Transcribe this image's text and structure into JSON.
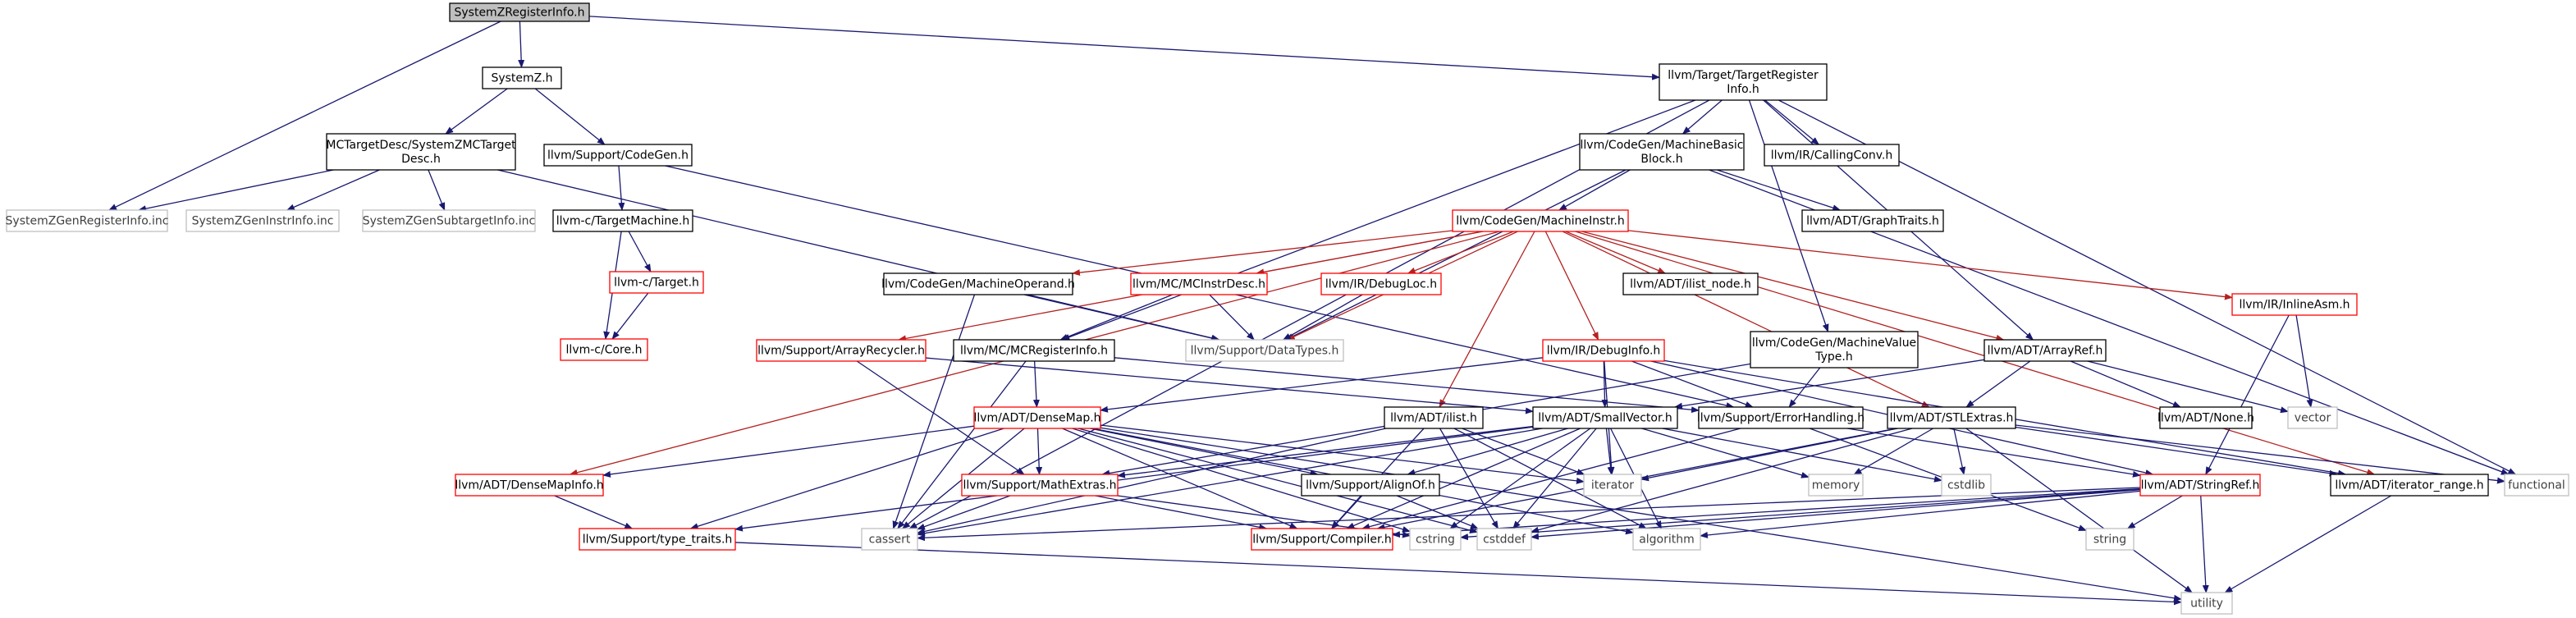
{
  "colors": {
    "edge_default": "#191970",
    "edge_red": "#b22222",
    "box_black": "#000000",
    "box_red": "#ff0000",
    "box_gray": "#bfbfbf",
    "root_fill": "#bfbfbf",
    "text": "#000000",
    "text_gray": "#404040"
  },
  "nodes": [
    {
      "id": "root",
      "lines": [
        "SystemZRegisterInfo.h"
      ],
      "style": "root"
    },
    {
      "id": "systemz",
      "lines": [
        "SystemZ.h"
      ],
      "style": "black"
    },
    {
      "id": "targetreg",
      "lines": [
        "llvm/Target/TargetRegister",
        "Info.h"
      ],
      "style": "black"
    },
    {
      "id": "mctarget",
      "lines": [
        "MCTargetDesc/SystemZMCTarget",
        "Desc.h"
      ],
      "style": "black"
    },
    {
      "id": "codegen",
      "lines": [
        "llvm/Support/CodeGen.h"
      ],
      "style": "black"
    },
    {
      "id": "genreg",
      "lines": [
        "SystemZGenRegisterInfo.inc"
      ],
      "style": "gray"
    },
    {
      "id": "geninstr",
      "lines": [
        "SystemZGenInstrInfo.inc"
      ],
      "style": "gray"
    },
    {
      "id": "gensub",
      "lines": [
        "SystemZGenSubtargetInfo.inc"
      ],
      "style": "gray"
    },
    {
      "id": "targetmachine",
      "lines": [
        "llvm-c/TargetMachine.h"
      ],
      "style": "black"
    },
    {
      "id": "ctarget",
      "lines": [
        "llvm-c/Target.h"
      ],
      "style": "red"
    },
    {
      "id": "ccore",
      "lines": [
        "llvm-c/Core.h"
      ],
      "style": "red"
    },
    {
      "id": "mbb",
      "lines": [
        "llvm/CodeGen/MachineBasic",
        "Block.h"
      ],
      "style": "black"
    },
    {
      "id": "callingconv",
      "lines": [
        "llvm/IR/CallingConv.h"
      ],
      "style": "black"
    },
    {
      "id": "mi",
      "lines": [
        "llvm/CodeGen/MachineInstr.h"
      ],
      "style": "red"
    },
    {
      "id": "graphtraits",
      "lines": [
        "llvm/ADT/GraphTraits.h"
      ],
      "style": "black"
    },
    {
      "id": "mo",
      "lines": [
        "llvm/CodeGen/MachineOperand.h"
      ],
      "style": "black"
    },
    {
      "id": "mcinstrdesc",
      "lines": [
        "llvm/MC/MCInstrDesc.h"
      ],
      "style": "red"
    },
    {
      "id": "debugloc",
      "lines": [
        "llvm/IR/DebugLoc.h"
      ],
      "style": "red"
    },
    {
      "id": "ilistnode",
      "lines": [
        "llvm/ADT/ilist_node.h"
      ],
      "style": "black"
    },
    {
      "id": "inlineasm",
      "lines": [
        "llvm/IR/InlineAsm.h"
      ],
      "style": "red"
    },
    {
      "id": "arrayrecycler",
      "lines": [
        "llvm/Support/ArrayRecycler.h"
      ],
      "style": "red"
    },
    {
      "id": "mcreg",
      "lines": [
        "llvm/MC/MCRegisterInfo.h"
      ],
      "style": "black"
    },
    {
      "id": "datatypes",
      "lines": [
        "llvm/Support/DataTypes.h"
      ],
      "style": "gray"
    },
    {
      "id": "debuginfo",
      "lines": [
        "llvm/IR/DebugInfo.h"
      ],
      "style": "red"
    },
    {
      "id": "mvt",
      "lines": [
        "llvm/CodeGen/MachineValue",
        "Type.h"
      ],
      "style": "black"
    },
    {
      "id": "arrayref",
      "lines": [
        "llvm/ADT/ArrayRef.h"
      ],
      "style": "black"
    },
    {
      "id": "densemap",
      "lines": [
        "llvm/ADT/DenseMap.h"
      ],
      "style": "red"
    },
    {
      "id": "ilist",
      "lines": [
        "llvm/ADT/ilist.h"
      ],
      "style": "black"
    },
    {
      "id": "smallvector",
      "lines": [
        "llvm/ADT/SmallVector.h"
      ],
      "style": "black"
    },
    {
      "id": "errorhandling",
      "lines": [
        "llvm/Support/ErrorHandling.h"
      ],
      "style": "black"
    },
    {
      "id": "stlextras",
      "lines": [
        "llvm/ADT/STLExtras.h"
      ],
      "style": "black"
    },
    {
      "id": "none",
      "lines": [
        "llvm/ADT/None.h"
      ],
      "style": "black"
    },
    {
      "id": "vector",
      "lines": [
        "vector"
      ],
      "style": "gray"
    },
    {
      "id": "densemapinfo",
      "lines": [
        "llvm/ADT/DenseMapInfo.h"
      ],
      "style": "red"
    },
    {
      "id": "mathextras",
      "lines": [
        "llvm/Support/MathExtras.h"
      ],
      "style": "red"
    },
    {
      "id": "alignof",
      "lines": [
        "llvm/Support/AlignOf.h"
      ],
      "style": "black"
    },
    {
      "id": "iterator",
      "lines": [
        "iterator"
      ],
      "style": "gray"
    },
    {
      "id": "memory",
      "lines": [
        "memory"
      ],
      "style": "gray"
    },
    {
      "id": "cstdlib",
      "lines": [
        "cstdlib"
      ],
      "style": "gray"
    },
    {
      "id": "stringref",
      "lines": [
        "llvm/ADT/StringRef.h"
      ],
      "style": "red"
    },
    {
      "id": "iterrange",
      "lines": [
        "llvm/ADT/iterator_range.h"
      ],
      "style": "black"
    },
    {
      "id": "functional",
      "lines": [
        "functional"
      ],
      "style": "gray"
    },
    {
      "id": "typetraits",
      "lines": [
        "llvm/Support/type_traits.h"
      ],
      "style": "red"
    },
    {
      "id": "cassert",
      "lines": [
        "cassert"
      ],
      "style": "gray"
    },
    {
      "id": "compiler",
      "lines": [
        "llvm/Support/Compiler.h"
      ],
      "style": "red"
    },
    {
      "id": "cstring",
      "lines": [
        "cstring"
      ],
      "style": "gray"
    },
    {
      "id": "cstddef",
      "lines": [
        "cstddef"
      ],
      "style": "gray"
    },
    {
      "id": "algorithm",
      "lines": [
        "algorithm"
      ],
      "style": "gray"
    },
    {
      "id": "string",
      "lines": [
        "string"
      ],
      "style": "gray"
    },
    {
      "id": "utility",
      "lines": [
        "utility"
      ],
      "style": "gray"
    }
  ],
  "edges": [
    [
      "root",
      "systemz"
    ],
    [
      "root",
      "targetreg"
    ],
    [
      "root",
      "genreg"
    ],
    [
      "systemz",
      "mctarget"
    ],
    [
      "systemz",
      "codegen"
    ],
    [
      "mctarget",
      "genreg"
    ],
    [
      "mctarget",
      "geninstr"
    ],
    [
      "mctarget",
      "gensub"
    ],
    [
      "mctarget",
      "datatypes"
    ],
    [
      "codegen",
      "targetmachine"
    ],
    [
      "codegen",
      "errorhandling"
    ],
    [
      "targetmachine",
      "ctarget"
    ],
    [
      "targetmachine",
      "ccore"
    ],
    [
      "ctarget",
      "ccore"
    ],
    [
      "targetreg",
      "mbb"
    ],
    [
      "targetreg",
      "callingconv"
    ],
    [
      "targetreg",
      "mcreg"
    ],
    [
      "targetreg",
      "cassert"
    ],
    [
      "targetreg",
      "mvt"
    ],
    [
      "targetreg",
      "arrayref"
    ],
    [
      "targetreg",
      "functional"
    ],
    [
      "mbb",
      "mi"
    ],
    [
      "mbb",
      "graphtraits"
    ],
    [
      "mbb",
      "datatypes"
    ],
    [
      "mbb",
      "functional"
    ],
    [
      "mi",
      "mo"
    ],
    [
      "mi",
      "mcinstrdesc"
    ],
    [
      "mi",
      "debugloc"
    ],
    [
      "mi",
      "ilistnode"
    ],
    [
      "mi",
      "inlineasm"
    ],
    [
      "mi",
      "arrayrecycler"
    ],
    [
      "mi",
      "debuginfo"
    ],
    [
      "mi",
      "ilist"
    ],
    [
      "mi",
      "stlextras"
    ],
    [
      "mi",
      "densemapinfo"
    ],
    [
      "mi",
      "iterrange"
    ],
    [
      "mi",
      "datatypes"
    ],
    [
      "mi",
      "arrayref"
    ],
    [
      "mo",
      "datatypes"
    ],
    [
      "mo",
      "cassert"
    ],
    [
      "mcinstrdesc",
      "mcreg"
    ],
    [
      "mcinstrdesc",
      "datatypes"
    ],
    [
      "debugloc",
      "datatypes"
    ],
    [
      "inlineasm",
      "vector"
    ],
    [
      "inlineasm",
      "stringref"
    ],
    [
      "arrayrecycler",
      "mathextras"
    ],
    [
      "arrayrecycler",
      "smallvector"
    ],
    [
      "mcreg",
      "densemap"
    ],
    [
      "mcreg",
      "errorhandling"
    ],
    [
      "mcreg",
      "cassert"
    ],
    [
      "debuginfo",
      "densemap"
    ],
    [
      "debuginfo",
      "smallvector"
    ],
    [
      "debuginfo",
      "errorhandling"
    ],
    [
      "debuginfo",
      "stringref"
    ],
    [
      "debuginfo",
      "iterrange"
    ],
    [
      "debuginfo",
      "iterator"
    ],
    [
      "mvt",
      "errorhandling"
    ],
    [
      "mvt",
      "mathextras"
    ],
    [
      "arrayref",
      "none"
    ],
    [
      "arrayref",
      "smallvector"
    ],
    [
      "arrayref",
      "stlextras"
    ],
    [
      "arrayref",
      "vector"
    ],
    [
      "densemap",
      "densemapinfo"
    ],
    [
      "densemap",
      "mathextras"
    ],
    [
      "densemap",
      "alignof"
    ],
    [
      "densemap",
      "typetraits"
    ],
    [
      "densemap",
      "cassert"
    ],
    [
      "densemap",
      "iterator"
    ],
    [
      "densemap",
      "algorithm"
    ],
    [
      "densemap",
      "cstddef"
    ],
    [
      "densemap",
      "cstring"
    ],
    [
      "densemap",
      "utility"
    ],
    [
      "densemap",
      "compiler"
    ],
    [
      "ilist",
      "iterator"
    ],
    [
      "ilist",
      "compiler"
    ],
    [
      "ilist",
      "algorithm"
    ],
    [
      "ilist",
      "cassert"
    ],
    [
      "ilist",
      "cstddef"
    ],
    [
      "smallvector",
      "alignof"
    ],
    [
      "smallvector",
      "mathextras"
    ],
    [
      "smallvector",
      "typetraits"
    ],
    [
      "smallvector",
      "compiler"
    ],
    [
      "smallvector",
      "iterator"
    ],
    [
      "smallvector",
      "memory"
    ],
    [
      "smallvector",
      "cstdlib"
    ],
    [
      "smallvector",
      "cassert"
    ],
    [
      "smallvector",
      "cstring"
    ],
    [
      "smallvector",
      "cstddef"
    ],
    [
      "smallvector",
      "algorithm"
    ],
    [
      "errorhandling",
      "compiler"
    ],
    [
      "errorhandling",
      "string"
    ],
    [
      "errorhandling",
      "stringref"
    ],
    [
      "stlextras",
      "iterator"
    ],
    [
      "stlextras",
      "iterrange"
    ],
    [
      "stlextras",
      "functional"
    ],
    [
      "stlextras",
      "cstdlib"
    ],
    [
      "stlextras",
      "cstddef"
    ],
    [
      "stlextras",
      "utility"
    ],
    [
      "stlextras",
      "memory"
    ],
    [
      "stlextras",
      "compiler"
    ],
    [
      "densemapinfo",
      "typetraits"
    ],
    [
      "mathextras",
      "compiler"
    ],
    [
      "mathextras",
      "cassert"
    ],
    [
      "mathextras",
      "cstring"
    ],
    [
      "alignof",
      "compiler"
    ],
    [
      "alignof",
      "cstddef"
    ],
    [
      "stringref",
      "algorithm"
    ],
    [
      "stringref",
      "cassert"
    ],
    [
      "stringref",
      "cstddef"
    ],
    [
      "stringref",
      "cstring"
    ],
    [
      "stringref",
      "string"
    ],
    [
      "stringref",
      "utility"
    ],
    [
      "stringref",
      "compiler"
    ],
    [
      "iterrange",
      "utility"
    ],
    [
      "typetraits",
      "utility"
    ]
  ]
}
